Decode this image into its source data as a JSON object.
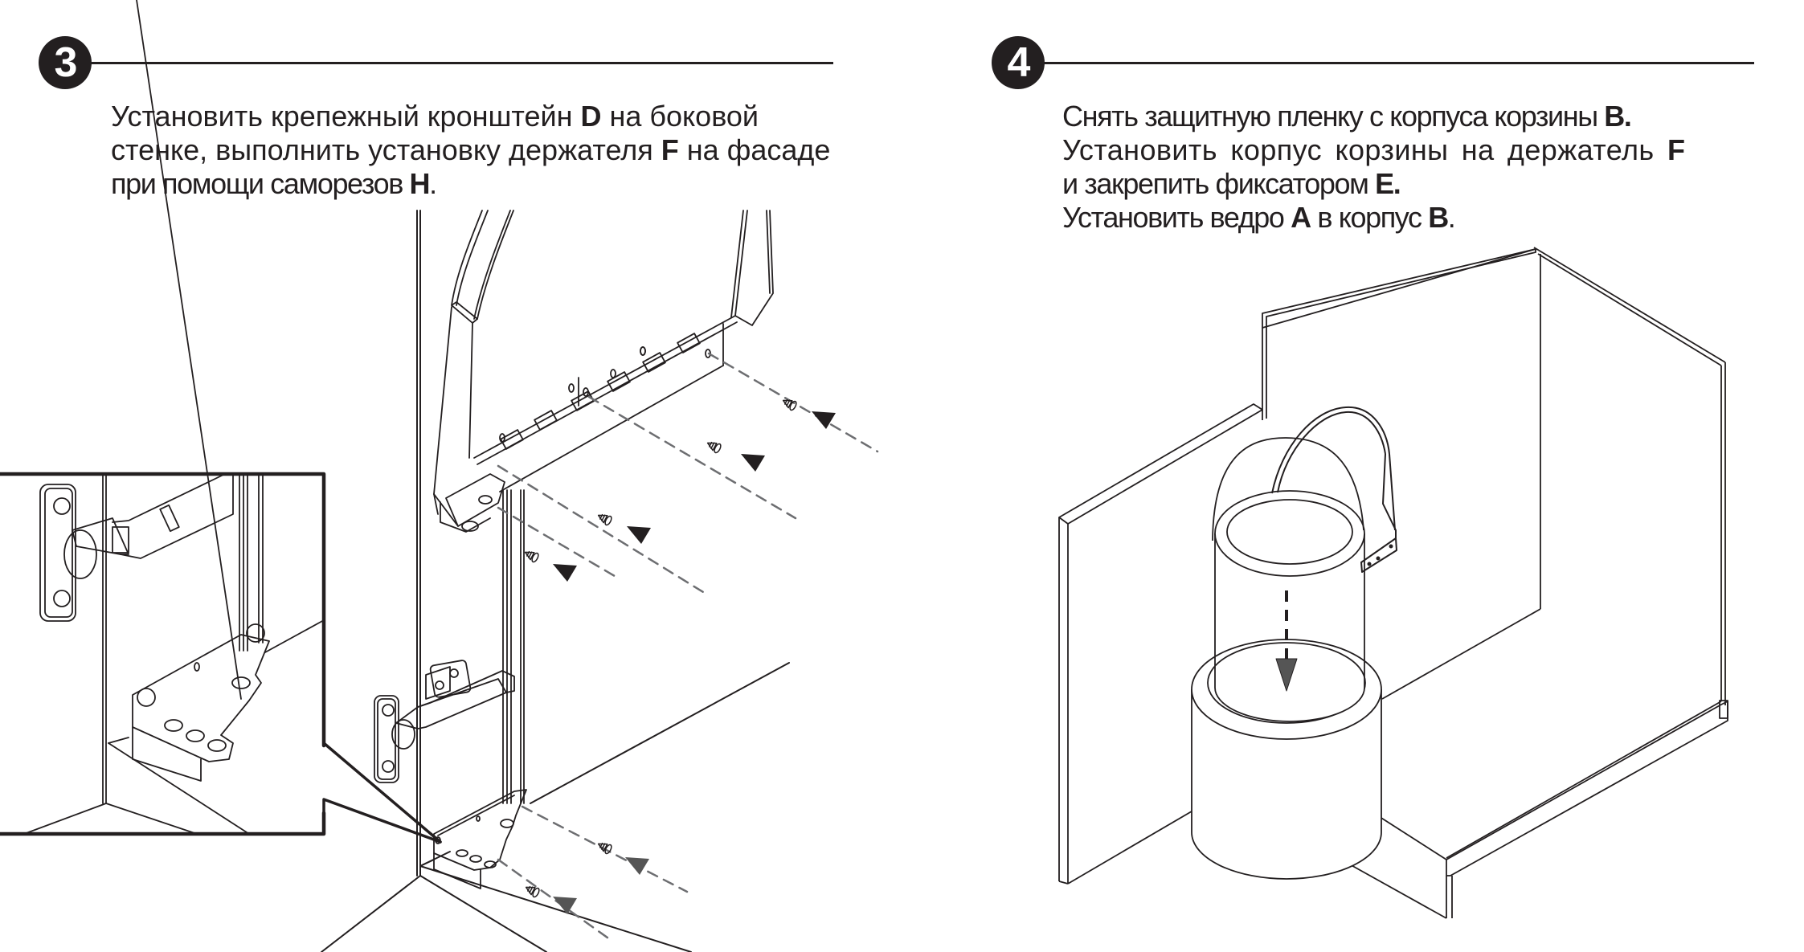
{
  "steps": [
    {
      "number": "3",
      "lines": [
        {
          "parts": [
            "Установить крепежный кронштейн ",
            "D",
            " на боковой"
          ]
        },
        {
          "parts": [
            "стенке, выполнить установку держателя ",
            "F",
            " на фасаде"
          ]
        },
        {
          "parts": [
            "при помощи саморезов ",
            "H",
            "."
          ]
        }
      ],
      "illustration": {
        "description": "Mounting bracket D on side wall and holder F on facade with screws H",
        "screw_count": 6,
        "inset": "detail-zoom-of-lower-bracket"
      }
    },
    {
      "number": "4",
      "lines": [
        {
          "parts": [
            "Снять защитную пленку с корпуса корзины ",
            "B."
          ]
        },
        {
          "parts": [
            "Установить корпус корзины на держатель ",
            "F"
          ]
        },
        {
          "parts": [
            "и закрепить фиксатором ",
            "E."
          ]
        },
        {
          "parts": [
            "Установить ведро ",
            "A",
            " в корпус ",
            "B",
            "."
          ]
        }
      ],
      "illustration": {
        "description": "Bucket A lowered into basket body B mounted in cabinet",
        "arrow_direction": "down"
      }
    }
  ],
  "colors": {
    "ink": "#231f20",
    "arrow_gray": "#555555",
    "dash_gray": "#6d6e71"
  }
}
